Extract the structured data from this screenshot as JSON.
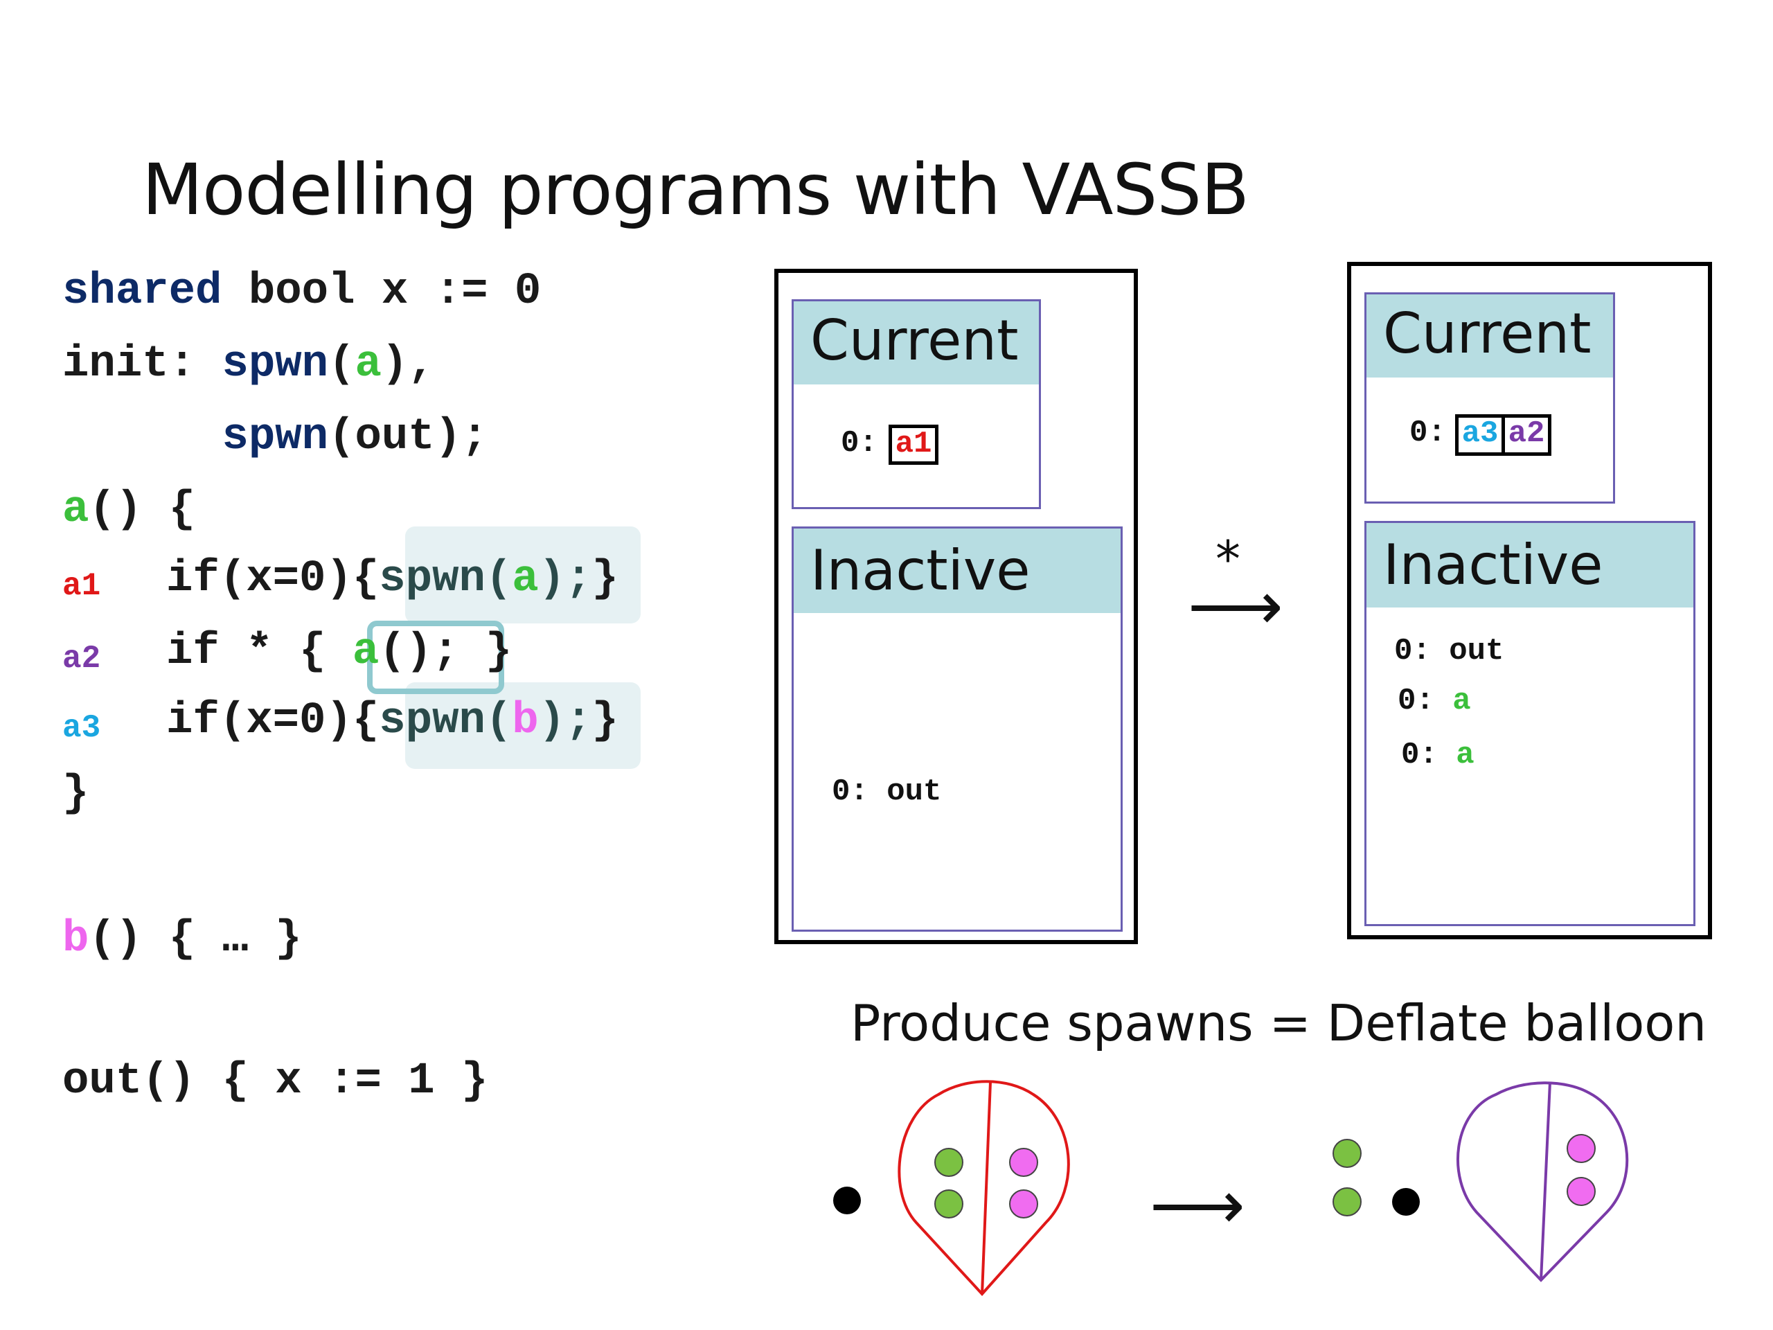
{
  "title": "Modelling programs with VASSB",
  "colors": {
    "keyword": "#0d2a66",
    "a": "#3bbf3b",
    "b": "#ee66ee",
    "a1": "#e01818",
    "a2": "#7a3aa8",
    "a3": "#1aa6e0",
    "header": "#b7dde2",
    "highlight": "#e6f1f3",
    "balloon_red": "#e01818",
    "balloon_purple": "#7a3aa8",
    "dot_green": "#7bc142",
    "dot_pink": "#f06cf0",
    "dot_black": "#000000"
  },
  "code": {
    "line1": {
      "kw": "shared",
      "rest": " bool x := 0"
    },
    "line2": {
      "pre": "init: ",
      "kw": "spwn",
      "open": "(",
      "arg": "a",
      "close": "),"
    },
    "line3": {
      "pre": "      ",
      "kw": "spwn",
      "rest": "(out);"
    },
    "line4": {
      "name": "a",
      "rest": "() {"
    },
    "line5": {
      "label": "a1",
      "pre": "if(x=0){",
      "fn": "spwn(",
      "arg": "a",
      "post": ");",
      "end": "}"
    },
    "line6": {
      "label": "a2",
      "pre": "if * { ",
      "arg": "a",
      "post": "();",
      "end": " }"
    },
    "line7": {
      "label": "a3",
      "pre": "if(x=0){",
      "fn": "spwn(",
      "arg": "b",
      "post": ");",
      "end": "}"
    },
    "line8": "}",
    "line9": {
      "name": "b",
      "rest": "() { … }"
    },
    "line10": "out() { x := 1 }"
  },
  "left_config": {
    "current": {
      "title": "Current",
      "prefix": "0:",
      "stack": [
        "a1"
      ]
    },
    "inactive": {
      "title": "Inactive",
      "entries": [
        "0: out"
      ]
    }
  },
  "transition": {
    "star": "*",
    "arrow": "⟶"
  },
  "right_config": {
    "current": {
      "title": "Current",
      "prefix": "0:",
      "stack": [
        "a3",
        "a2"
      ]
    },
    "inactive": {
      "title": "Inactive",
      "entries": [
        {
          "prefix": "0: ",
          "name": "out"
        },
        {
          "prefix": "0: ",
          "name": "a"
        },
        {
          "prefix": "0: ",
          "name": "a"
        }
      ]
    }
  },
  "caption": "Produce spawns = Deflate balloon",
  "balloon_arrow": "⟶"
}
